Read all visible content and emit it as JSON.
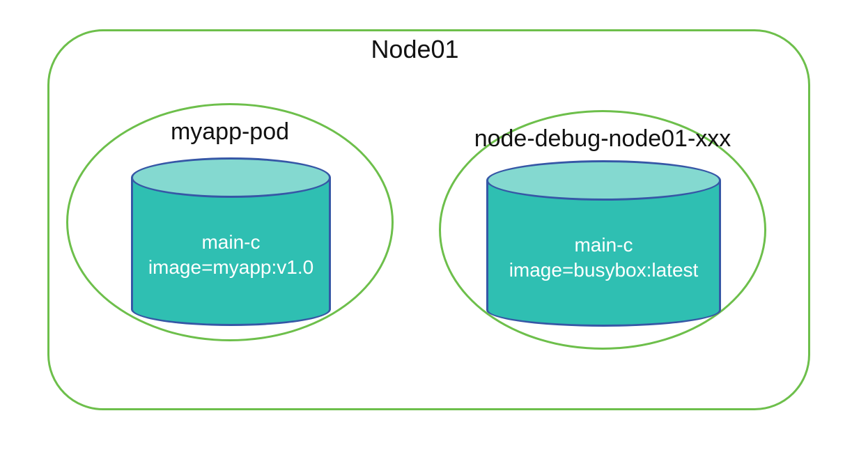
{
  "diagram": {
    "title": "Node01",
    "pods": [
      {
        "name": "myapp-pod",
        "container": {
          "name": "main-c",
          "image_label": "image=myapp:v1.0"
        }
      },
      {
        "name": "node-debug-node01-xxx",
        "container": {
          "name": "main-c",
          "image_label": "image=busybox:latest"
        }
      }
    ],
    "colors": {
      "boundary_green": "#6dbf4b",
      "cylinder_border_blue": "#3657a6",
      "cylinder_body_teal": "#2fbfb2",
      "cylinder_top_teal": "#84d9d0",
      "title_text": "#111111",
      "container_text": "#ffffff"
    }
  }
}
